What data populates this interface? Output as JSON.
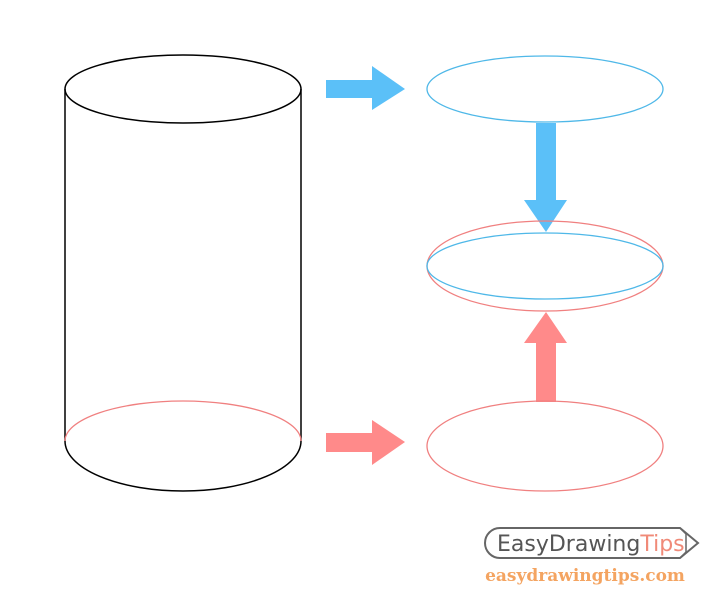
{
  "logo": {
    "word_part1": "EasyDrawing",
    "word_part2": "Tips"
  },
  "site_url": "easydrawingtips.com",
  "colors": {
    "outline": "#000000",
    "blue": "#5bc0f8",
    "blue_line": "#4fb8e8",
    "red": "#ff8a8a",
    "red_line": "#f08080",
    "logo_grey": "#555555",
    "logo_tips": "#f08a78",
    "url_orange": "#f4a461"
  }
}
